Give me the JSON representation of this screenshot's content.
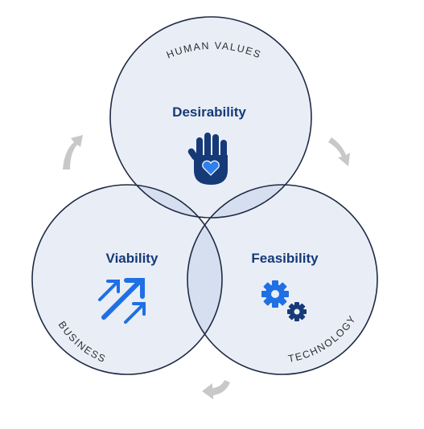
{
  "circles": {
    "desirability": {
      "title": "Desirability",
      "arc_label": "HUMAN VALUES",
      "icon": "raised-hand-heart-icon"
    },
    "viability": {
      "title": "Viability",
      "arc_label": "BUSINESS",
      "icon": "growth-arrows-icon"
    },
    "feasibility": {
      "title": "Feasibility",
      "arc_label": "TECHNOLOGY",
      "icon": "gears-icon"
    }
  },
  "cycle_arrows": [
    "curved-arrow-icon",
    "curved-arrow-icon",
    "curved-arrow-icon"
  ],
  "colors": {
    "circle_fill": "#e9eef6",
    "circle_stroke": "#1f2a44",
    "overlap_fill": "#d5dff0",
    "title_text": "#163a78",
    "hand_icon": "#163a78",
    "heart_icon": "#2f80ed",
    "arrow_icon": "#1f6fe5",
    "gear_large": "#1f6fe5",
    "gear_small": "#163a78",
    "cycle_arrow": "#c8c8c8"
  }
}
